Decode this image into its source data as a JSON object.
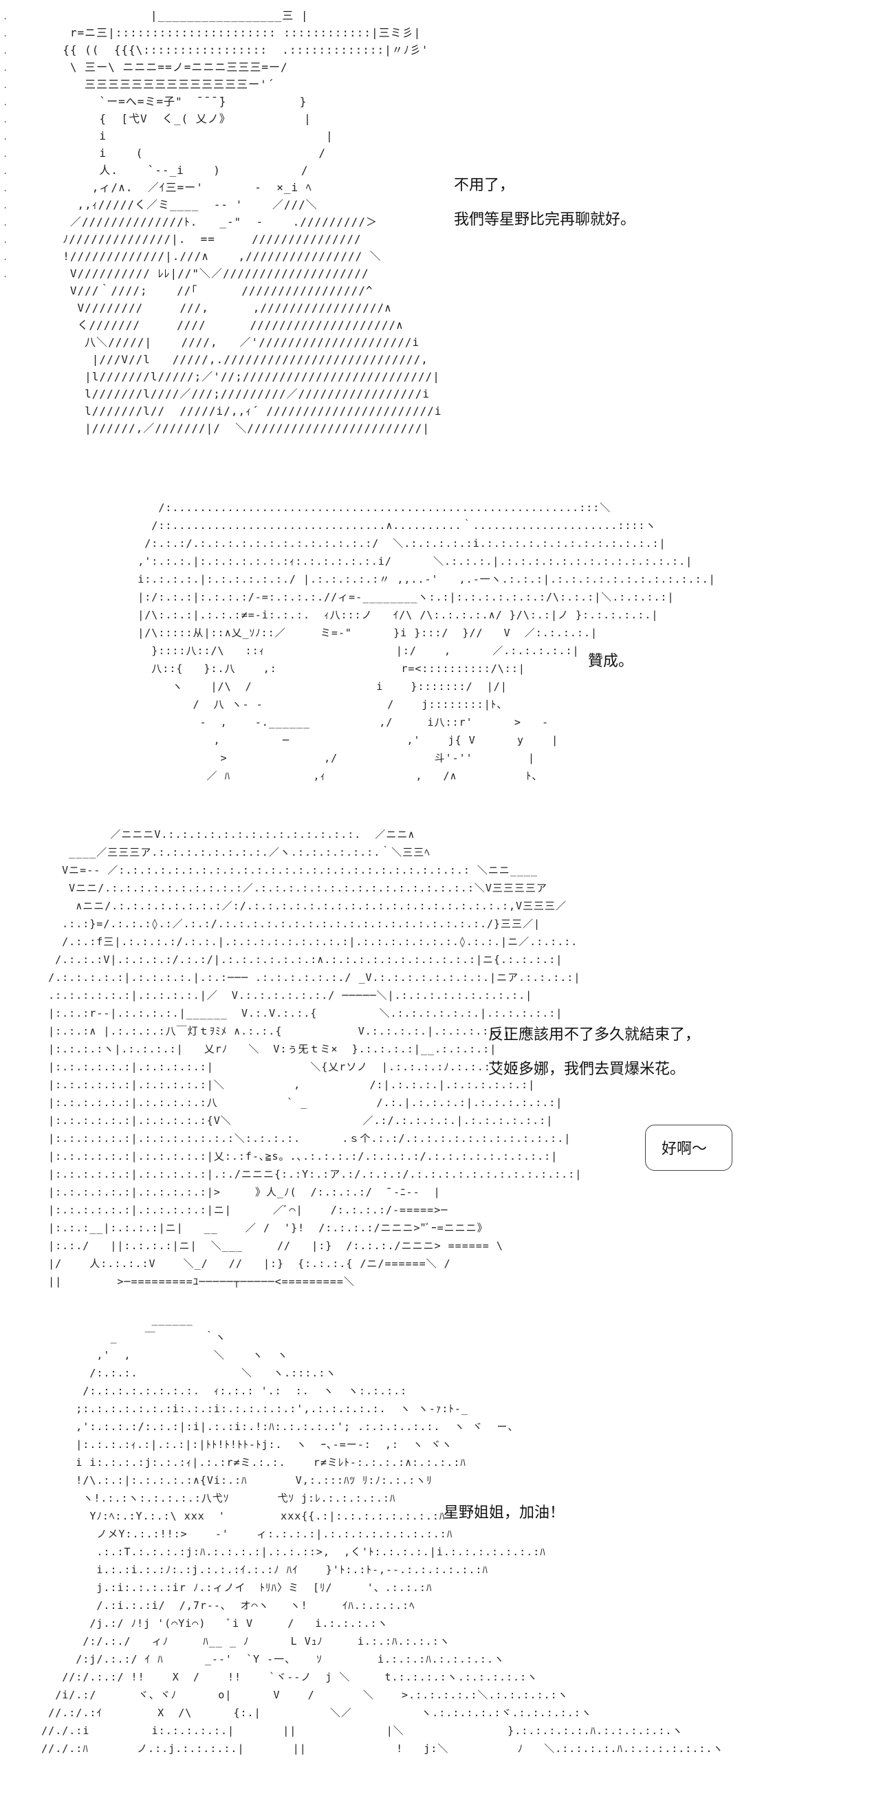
{
  "panels": [
    {
      "ascii": "              |_________________三 |\n   r=ニ三|:::::::::::::::::::::: ::::::::::::|三ミ彡|\n  {{ ((  {{{\\:::::::::::::::::  .:::::::::::::|〃ﾉ彡'\n   \\ 三ー\\ ニニニ==ノ=ニニニ三三三=ー/\n     三三三三三三三三三三三三三三ー'´\n       `ー=へ=ミ=子\"  ̄ ̄ ̄ ̄}          }\n       {  [弋V  く_( 乂ノ》          |\n       i                              |\n       i    (                        /\n       人.    `‐-_i    )           /\n      ,ィ/∧.  ／ｲ三=ー'       -  ×_i ﾍ\n    ,,ｨ/////く／ミ____  ‐- '    ／///＼\n   ／//////////////ﾄ.   _-\"  ‐    ./////////＞\n  ﾉ//////////////|.  ==     ///////////////\n  !/////////////|.///∧    ,//////////////// ＼\n   V////////// ﾚﾚ|//\"＼／////////////////////\n   V///｀////;    //｢      /////////////////^\n    V////////     ///,      ,/////////////////∧\n    く///////     ////      ////////////////////∧\n     八＼/////|    ////,   ／'/////////////////////i\n      |///V//l   /////,.///////////////////////////,\n     |l///////l/////;／'//;//////////////////////////|\n     l///////l////／///;/////////／/////////////////i\n     l///////l//  /////i/,,ｨ´ ///////////////////////i\n     |//////,／///////|/  ＼////////////////////////|",
      "dots": ".\n.\n.\n.\n.\n.\n.\n.\n.\n.\n.\n.\n.\n.\n.\n.",
      "dialogue": [
        "不用了，",
        "我們等星野比完再聊就好。"
      ]
    },
    {
      "ascii": "           /:...........................................................:::＼\n          /::...............................∧..........｀.....................::::ヽ\n         /:.:.:/.:.:.:.:.:.:.:.:.:.:.:.:.:/  ＼.:.:.:.:.:i.:.:.:.:.:.:.:.:.:.:.:.:.:|\n        ,':.:.:.|:.:.:.:.:.:.:ｨ:.:.:.:.:.:.i/      ＼.:.:.:.|.:.:.:.:.:.:.:.:.:.:.:.:.:.|\n        i:.:.:.:.|:.:.:.:.:.:./ |.:.:.:.:.:〃 ,,..-'   ,.‐一ヽ.:.:.:|.:.:.:.:.:.:.:.:.:.:.:.|\n        |:/:.:.:|:.:.:.:/‐=:.:.:.:.//ィ=-________ヽ:.:|:.:.:.:.:.:.:/\\:.:.:|＼.:.:.:.:|\n        |/\\:.:.:|.:.:.:≠=-i:.:.:.  ｨ八:::ノ   ｲ/\\ /\\:.:.:.:.∧/ }/\\:.:|ノ }:.:.:.:.:.|\n        |/\\:::::从|::∧乂_ｿﾉ::／     ミ=‐\"      }i }:::/  }//   V  ／:.:.:.:.|\n          }::::八::/\\   ::ｨ                   |:/    ,      ／.:.:.:.:.:|\n          八::{   }:.八    ,:                  r=<::::::::::/\\::|\n             ヽ    |/\\  /                  i    }:::::::/  |/|\n                /  八 ヽ‐ ‐                  /    j::::::::|ﾄ、\n                 ‐  ,    ‐.______          ,/     i八::r'      >   -\n                   ,         ─                 ,'    j{ V      y    |\n                    >              ,/              斗'‐''        |\n                  ／ ﾊ            ,ｨ             ,   /∧          ﾄ、",
      "dialogue": [
        "贊成。"
      ]
    },
    {
      "ascii": "            ／ニニニV.:.:.:.:.:.:.:.:.:.:.:.:.:.:.  ／ニニ∧\n      ____／三三三ア.:.:.:.:.:.:.:.:.／ヽ.:.:.:.:.:.:.｀＼三三ﾍ\n     Vニ=-- ／:.:.:.:.:.:.:.:.:.:.:.:.:.:.:.:.:.:.:.:.:.:.:.:.:.: ＼ニニ____\n      Vニニ/.:.:.:.:.:.:.:.:.:.:／.:.:.:.:.:.:.:.:.:.:.:.:.:.:.:.:＼V三三三三ア\n       ∧ニニ/.:.:.:.:.:.:.:.:／:/.:.:.:.:.:.:.:.:.:.:.:.:.:.:.:.:.:.:.:,V三三三／\n     .:.:}=/.:.:.:◊.:／.:.:/.:.:.:.:.:.:.:.:.:.:.:.:.:.:.:.:.:.:.:./}三三／|\n     /.:.:f三|.:.:.:.:/.:.:.|.:.:.:.:.:.:.:.:.:|.:.:.:.:.:.:.:.◊.:.:.|ニ／.:.:.:.\n    /.:.:.:V|.:.:.:.:/.:.:/|.:.:.:.:.:.:.:∧.:.:.:.:.:.:.:.:.:.:.:|ニ{.:.:.:.:|\n   /.:.:.:.:.:|.:.:.:.:.|.:.:─── .:.:.:.:.:.:./ _V.:.:.:.:.:.:.:.:.|ニア.:.:.:.:|\n   .:.:.:.:.:.:|.:.:.:.:.|／  V.:.:.:.:.:.:./ ─────＼|.:.:.:.:.:.:.:.:.:.|\n   |:.:.:r‐‐|.:.:.:.:.|______  V.:.V.:.:.{         ＼.:.:.:.:.:.:.|.:.:.:.:.:|\n   |:.:.:∧ |.:.:.:.:八￣灯ｔｦﾐﾒ ∧.:.:.{           V.:.:.:.:.|.:.:.:.:.:|\n   |:.:.:.:ヽ|.:.:.:.:|   乂rﾉ   ＼  V:ぅ旡ｔミ×  }.:.:.:.:|__.:.:.:.:|\n   |:.:.:.:.:.:|.:.:.:.:.:|              ＼{乂rソノ  |.:.:.:.:ﾉ.:.:.:.:.:|\n   |:.:.:.:.:.:|.:.:.:.:.:|＼          ,          /:|.:.:.:.|.:.:.:.:.:.:|\n   |:.:.:.:.:.:|.:.:.:.:.:八          ` _          /.:.|.:.:.:.:|.:.:.:.:.:.:|\n   |:.:.:.:.:.:|.:.:.:.:.:{V＼                   ／.:/.:.:.:.:.|.:.:.:.:.:.:|\n   |:.:.:.:.:.:|.:.:.:.:.:.:.:＼:.:.:.:.      .ｓ个.:.:/.:.:.:.:.:.:.:.:.:.:.:.|\n   |:.:.:.:.:.:|.:.:.:.:.:|乂:.:f‐､≧s。.､.:.:.:.:/.:.:.:.:/.:.:.:.:.:.:.:.:.:|\n   |:.:.:.:.:.:|.:.:.:.:.:|.:./ニニニ{:.:Y:.:ア.:/.:.:.:/.:.:.:.:.:.:.:.:.:.:.:.:|\n   |:.:.:.:.:.:|.:.:.:.:.:|>     》人_ﾉ(  /:.:.:.:/  ̄ -ﾆ--  |\n   |:.:.:.:.:.:|.:.:.:.:.:|ニ|      ／ﾞ⌒|    /:.:.:.:/-=====>─\n   |:.:.:__|:.:.:.:|ニ|   __    ／ /  '}!  /:.:.:.:/ニニニ>\"ﾞｰ=ニニニ》\n   |:.:./   ||:.:.:.:|ニ|  ＼___     //   |:}  /:.:.:./ニニニ> ====== \\\n   |/    人:.:.:.:V    ＼_/   //   |:}  {:.:.:.{ /ニ/======＼ /\n   ||        >─=========ﾕ─────┬─────<=========＼",
      "dialogue": [
        "反正應該用不了多久就結束了，",
        "艾姬多娜，我們去買爆米花。"
      ],
      "bubble": "好啊～"
    },
    {
      "ascii": "                     ______\n               _    ￣       ｀ヽ\n             ,'  ,            ＼    ヽ  ヽ\n            /:.:.:.               ＼   ヽ.:::.:ヽ\n           /:.:.:.:.:.:.:.:.  ｨ:.:.: '.:  :.  ヽ  ヽ:.:.:.:\n          ;:.:.:.:.:.:.:i:.:.:i:.:.:.:.:.:',.:.:.:.:.:.  ヽ ヽ-ｧ:ﾄ-_\n          ,':.:.:.:/:.:.:|:i|.:.:i:.!:ﾊ:.:.:.:.:'; .:.:.:..:.:.  ヽ ヾ  ー、\n          |:.:.:.:ｨ.:|.:.:|:|ﾄﾄ!ﾄ!ﾄﾄ-ﾄj:.  ヽ  ｰ､-=ー-:  ,:  ヽ ヾヽ\n          i i:.:.:.:j:.:.:ｨ|.:.:r≠ミ.:.:.    r≠ミﾚﾄ-:.:.:.:∧:.:.:.:ﾊ\n          !/\\.:.:|:.:.:.:.:∧{Vi:.:ﾊ       V,:.:::ﾊﾂ ﾘ:ﾉ:.:.:ヽﾘ\n           ヽ!.:.:ヽ:.:.:.:.:八弋ｿ       弋ｿ j:ﾚ.:.:.:.:.:ﾊ\n            Yﾉ:ﾍ:.:Y.:.:\\ xxx  '        xxx{{.:|:.:.:.:.:.:.:.:ﾊ\n             ノメY:.:.:!!:>    ‐'    ィ:.:.:.:|.:.:.:.:.:.:.:.:.:ﾊ\n             .:.:T.:.:.:.:j:ﾊ.:.:.:.:|.:.:.::>,  ,く'ﾄ:.:.:.:.|i.:.:.:.:.:.:.:ﾊ\n             i.:.:i.:.:ﾉ:.:j.:.:.:ｲ.:.:ﾉ ﾊｲ    }'ﾄ:.:ﾄ-,‐‐.:.:.:.:.:.:ﾊ\n             j.:i:.:.:.:ir ﾉ.:ィノイ  ﾄﾘﾊ〉ミ  [ﾘ/     '、.:.:.:ﾊ\n             /.:i.:.:i/  /,7r‐-､  オ⌒ヽ   ヽ!     ｲﾊ.:.:.:.:ﾍ\n            /j.:/ ﾉ!j '(⌒Yi⌒)   ﾞi V     /   i.:.:.:.:ヽ\n           /:/.:./   ィﾉ     ﾊ__ _ ﾉ      L Vｭﾉ     i.:.:ﾊ.:.:.:ヽ\n          /:j/.:.:/ ｲ ﾊ      _‐-'  `Y ‐一、   ｿ        i.:.:.:ﾊ.:.:.:.:.ヽ\n        //:/.:.:/ !!    X  /    !!    `ヾ‐‐ノ  j ＼     t.:.:.:.:ヽ.:.:.:.:.:ヽ\n       /i/.:/      ヾ、ヾﾉ      o|      V    /       ＼    >.:.:.:.:.:＼.:.:.:.:.:ヽ\n      //.:/.:ｲ        X  /\\      {:.|          ＼／          ヽ.:.:.:.:.:ヾ.:.:.:.:.:ヽ\n     //./.:i         i:.:.:.:.:.|       ||             |＼               }.:.:.:.:.:.ﾊ.:.:.:.:.:.ヽ\n     //./.:ﾊ       ノ.:.j.:.:.:.:.|       ||             !   j:＼          ﾉ   ＼.:.:.:.:.ﾊ.:.:.:.:.:.:.ヽ",
      "dialogue": [
        "星野姐姐，加油！"
      ]
    }
  ]
}
